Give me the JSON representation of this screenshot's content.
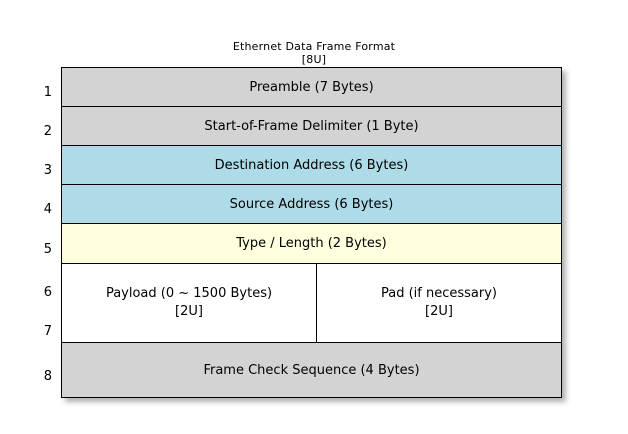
{
  "diagram": {
    "title": "Ethernet Data Frame Format",
    "title_note": "[8U]",
    "background_color": "#ffffff",
    "border_color": "#000000",
    "colors": {
      "gray": "#d3d3d3",
      "blue": "#aedbe8",
      "yellow": "#ffffdd",
      "white": "#ffffff"
    },
    "row_numbers": [
      "1",
      "2",
      "3",
      "4",
      "5",
      "6",
      "7",
      "8"
    ],
    "rows": [
      {
        "number": "1",
        "label": "Preamble (7 Bytes)",
        "color": "#d3d3d3",
        "span": 1
      },
      {
        "number": "2",
        "label": "Start-of-Frame Delimiter (1 Byte)",
        "color": "#d3d3d3",
        "span": 1
      },
      {
        "number": "3",
        "label": "Destination Address (6 Bytes)",
        "color": "#aedbe8",
        "span": 1
      },
      {
        "number": "4",
        "label": "Source Address (6 Bytes)",
        "color": "#aedbe8",
        "span": 1
      },
      {
        "number": "5",
        "label": "Type / Length (2 Bytes)",
        "color": "#ffffdd",
        "span": 1
      },
      {
        "number": "6-7",
        "color": "#ffffff",
        "span": 2,
        "split": true,
        "left": {
          "label": "Payload (0 ~ 1500 Bytes)",
          "note": "[2U]"
        },
        "right": {
          "label": "Pad (if necessary)",
          "note": "[2U]"
        }
      },
      {
        "number": "8",
        "label": "Frame Check Sequence (4 Bytes)",
        "color": "#d3d3d3",
        "span": 1
      }
    ]
  }
}
